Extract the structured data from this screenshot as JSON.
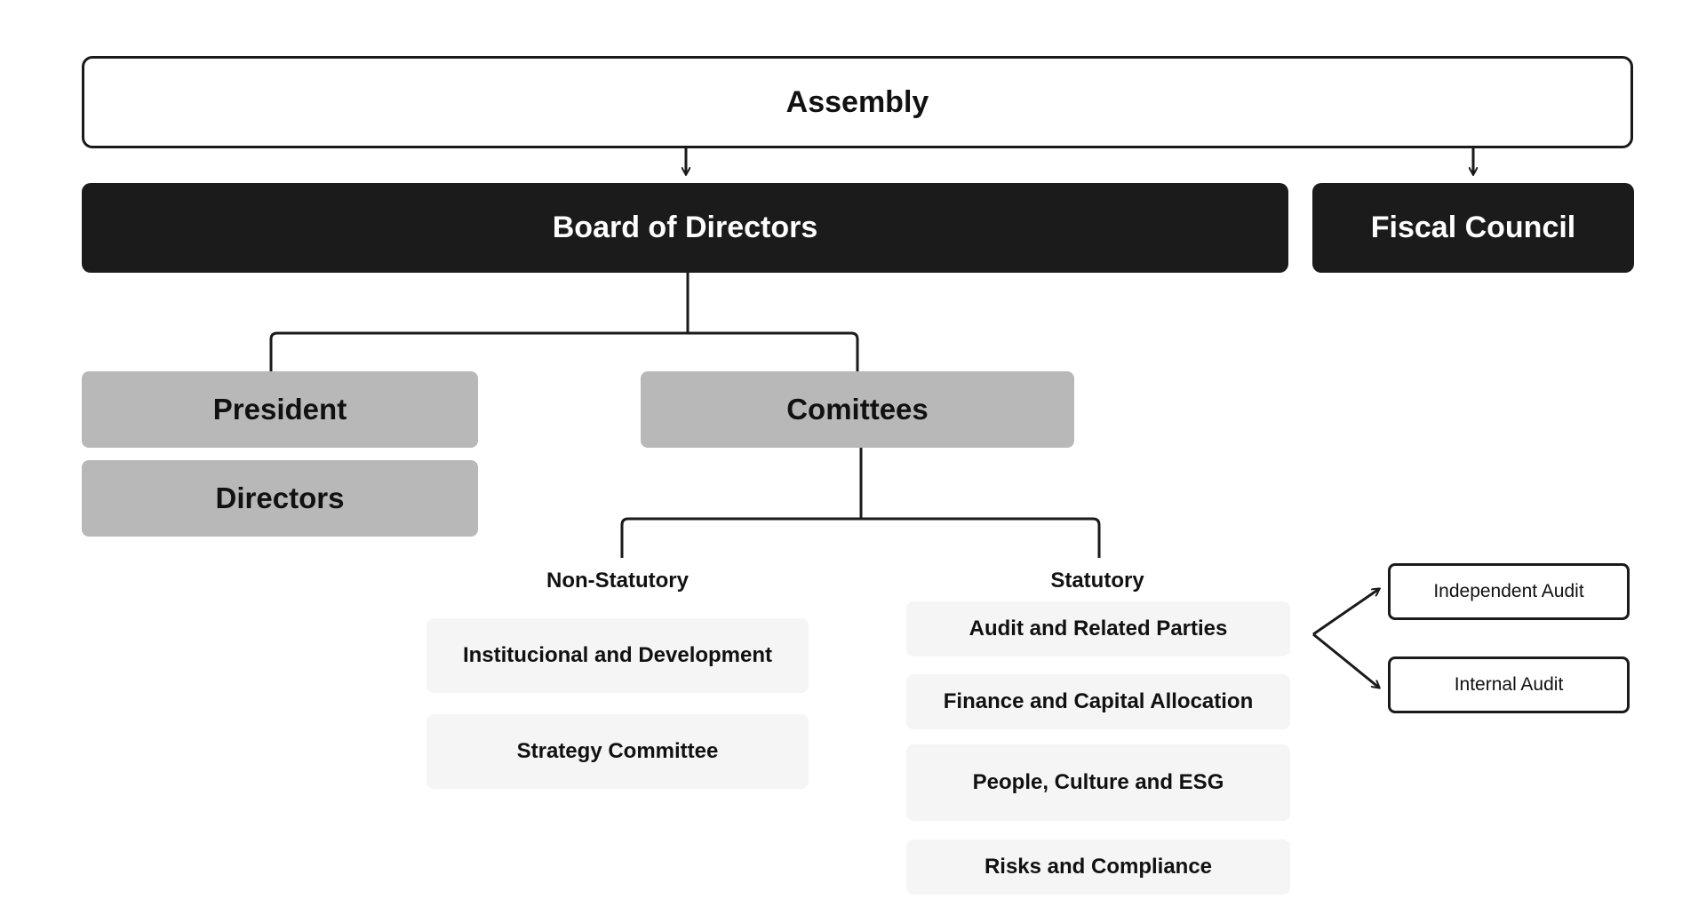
{
  "assembly": {
    "label": "Assembly"
  },
  "board": {
    "label": "Board of Directors"
  },
  "fiscal": {
    "label": "Fiscal Council"
  },
  "president": {
    "label": "President"
  },
  "directors": {
    "label": "Directors"
  },
  "comittees": {
    "label": "Comittees"
  },
  "non_statutory": {
    "heading": "Non-Statutory",
    "items": [
      "Institucional and Development",
      "Strategy Committee"
    ]
  },
  "statutory": {
    "heading": "Statutory",
    "items": [
      "Audit and Related Parties",
      "Finance and Capital Allocation",
      "People, Culture and ESG",
      "Risks and Compliance"
    ]
  },
  "audits": [
    "Independent Audit",
    "Internal Audit"
  ]
}
